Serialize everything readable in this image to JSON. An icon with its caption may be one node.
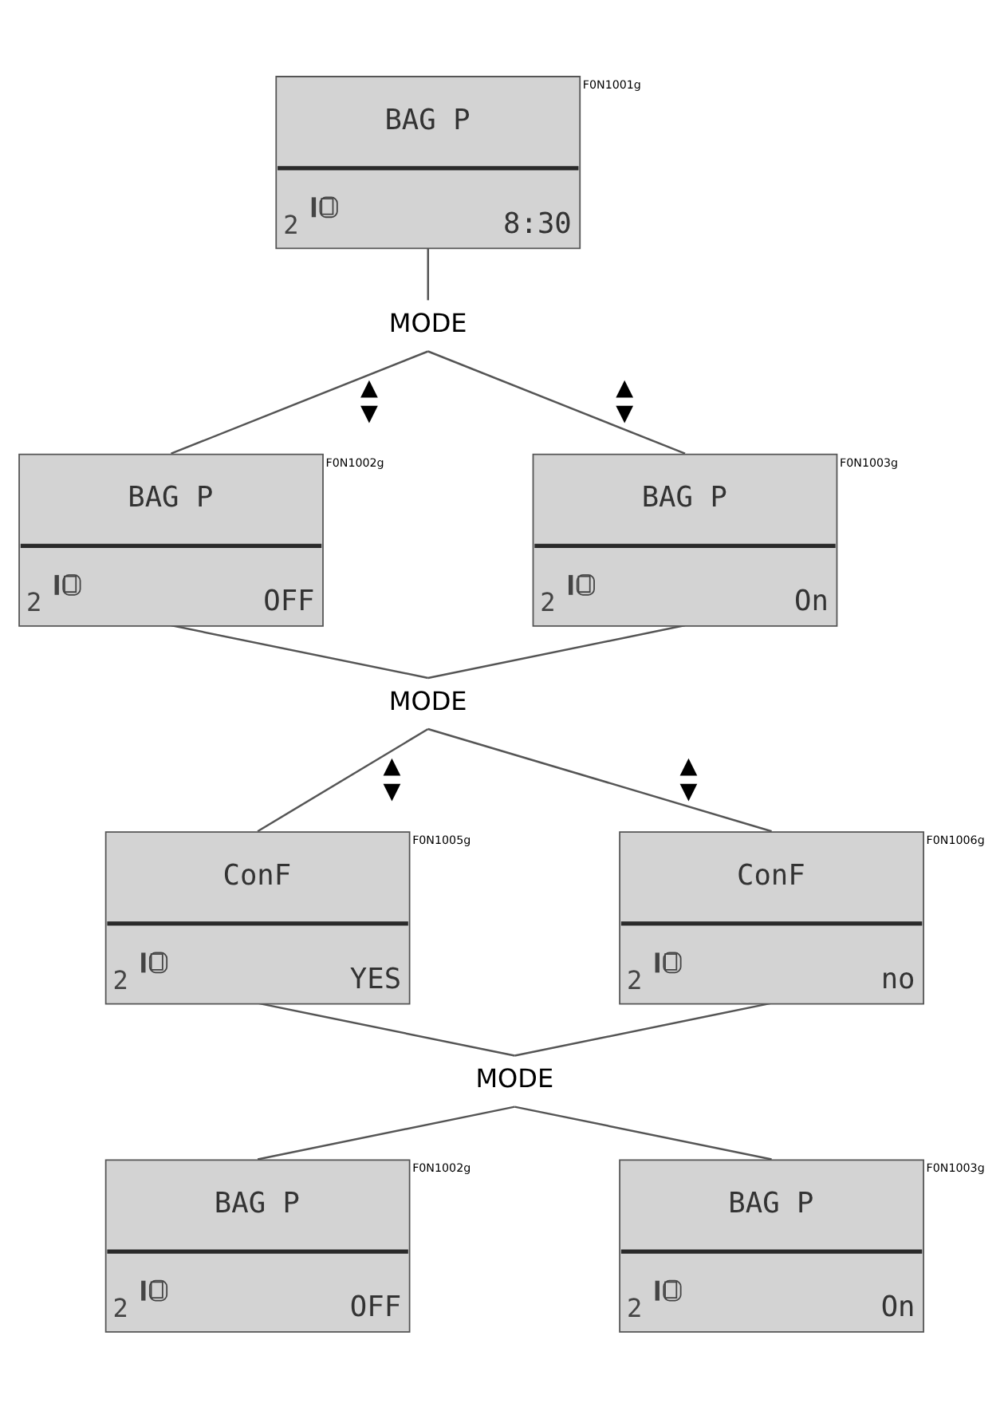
{
  "diagram": {
    "nodes": [
      {
        "text": [
          "BAG P",
          "2",
          "8:30"
        ],
        "beside": [
          "F0N1001g"
        ]
      },
      {
        "text": [
          "MODE"
        ]
      },
      {
        "text": [
          "BAG P",
          "2",
          "OFF"
        ],
        "beside": [
          "F0N1002g"
        ]
      },
      {
        "text": [
          "BAG P",
          "2",
          "On"
        ],
        "beside": [
          "F0N1003g"
        ]
      },
      {
        "text": [
          "MODE"
        ]
      },
      {
        "text": [
          "ConF",
          "2",
          "YES"
        ],
        "beside": [
          "F0N1005g"
        ]
      },
      {
        "text": [
          "ConF",
          "2",
          "no"
        ],
        "beside": [
          "F0N1006g"
        ]
      },
      {
        "text": [
          "MODE"
        ]
      },
      {
        "text": [
          "BAG P",
          "2",
          "OFF"
        ],
        "beside": [
          "F0N1002g"
        ]
      },
      {
        "text": [
          "BAG P",
          "2",
          "On"
        ],
        "beside": [
          "F0N1003g"
        ]
      }
    ],
    "edges": [
      {
        "from": 0,
        "to": 1,
        "arrow": "none"
      },
      {
        "from": 1,
        "to": 2,
        "arrow": "none",
        "label": "▲ ▼"
      },
      {
        "from": 1,
        "to": 3,
        "arrow": "none",
        "label": "▲ ▼"
      },
      {
        "from": 2,
        "to": 4,
        "arrow": "none"
      },
      {
        "from": 3,
        "to": 4,
        "arrow": "none"
      },
      {
        "from": 4,
        "to": 5,
        "arrow": "none",
        "label": "▲ ▼"
      },
      {
        "from": 4,
        "to": 6,
        "arrow": "none",
        "label": "▲ ▼"
      },
      {
        "from": 5,
        "to": 7,
        "arrow": "none"
      },
      {
        "from": 6,
        "to": 7,
        "arrow": "none"
      },
      {
        "from": 7,
        "to": 8,
        "arrow": "none"
      },
      {
        "from": 7,
        "to": 9,
        "arrow": "none"
      }
    ]
  }
}
